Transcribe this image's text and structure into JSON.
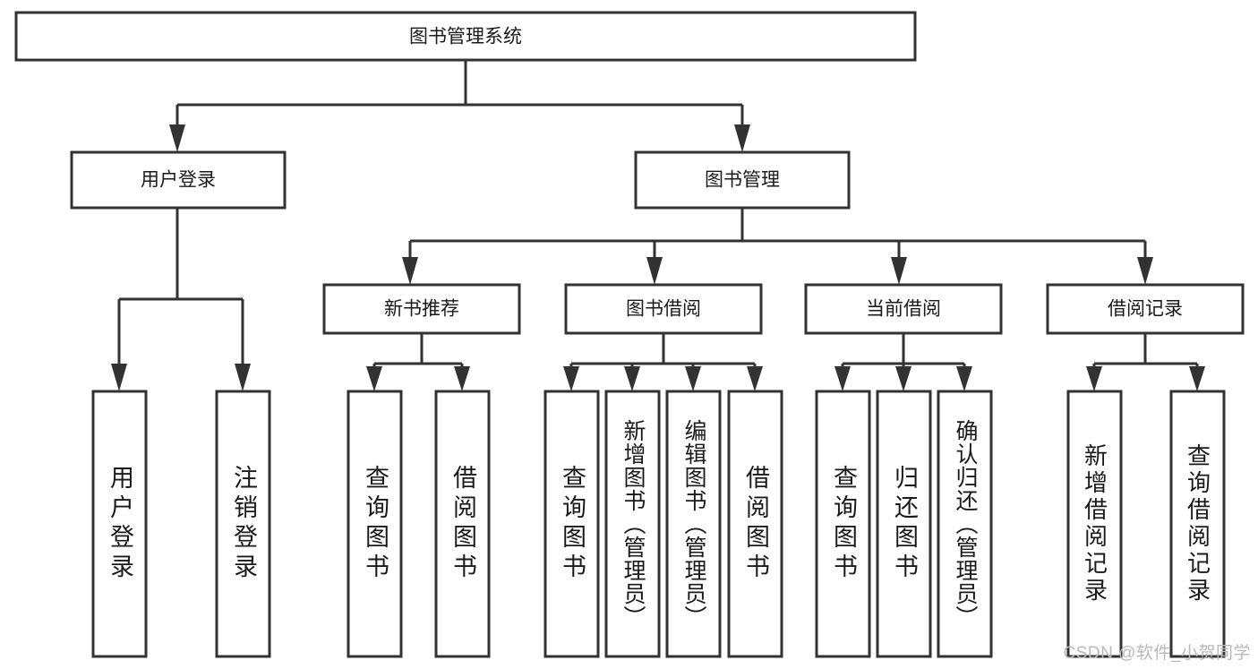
{
  "diagram": {
    "type": "tree",
    "title": "图书管理系统",
    "root": {
      "id": "root",
      "label": "图书管理系统",
      "orientation": "horizontal"
    },
    "level2": [
      {
        "id": "user-login",
        "label": "用户登录",
        "orientation": "horizontal"
      },
      {
        "id": "book-manage",
        "label": "图书管理",
        "orientation": "horizontal"
      }
    ],
    "level3": [
      {
        "id": "new-book-rec",
        "label": "新书推荐",
        "orientation": "horizontal"
      },
      {
        "id": "book-borrow",
        "label": "图书借阅",
        "orientation": "horizontal"
      },
      {
        "id": "current-borrow",
        "label": "当前借阅",
        "orientation": "horizontal"
      },
      {
        "id": "borrow-record",
        "label": "借阅记录",
        "orientation": "horizontal"
      }
    ],
    "leaves": [
      {
        "id": "leaf-user-login",
        "parent": "user-login",
        "label": "用户登录",
        "orientation": "vertical"
      },
      {
        "id": "leaf-user-logout",
        "parent": "user-login",
        "label": "注销登录",
        "orientation": "vertical"
      },
      {
        "id": "leaf-rec-query",
        "parent": "new-book-rec",
        "label": "查询图书",
        "orientation": "vertical"
      },
      {
        "id": "leaf-rec-borrow",
        "parent": "new-book-rec",
        "label": "借阅图书",
        "orientation": "vertical"
      },
      {
        "id": "leaf-borrow-query",
        "parent": "book-borrow",
        "label": "查询图书",
        "orientation": "vertical"
      },
      {
        "id": "leaf-borrow-add",
        "parent": "book-borrow",
        "label": "新增图书（管理员）",
        "orientation": "vertical"
      },
      {
        "id": "leaf-borrow-edit",
        "parent": "book-borrow",
        "label": "编辑图书（管理员）",
        "orientation": "vertical"
      },
      {
        "id": "leaf-borrow-take",
        "parent": "book-borrow",
        "label": "借阅图书",
        "orientation": "vertical"
      },
      {
        "id": "leaf-cur-query",
        "parent": "current-borrow",
        "label": "查询图书",
        "orientation": "vertical"
      },
      {
        "id": "leaf-cur-return",
        "parent": "current-borrow",
        "label": "归还图书",
        "orientation": "vertical"
      },
      {
        "id": "leaf-cur-confirm",
        "parent": "current-borrow",
        "label": "确认归还（管理员）",
        "orientation": "vertical"
      },
      {
        "id": "leaf-rec-add",
        "parent": "borrow-record",
        "label": "新增借阅记录",
        "orientation": "vertical"
      },
      {
        "id": "leaf-rec-query2",
        "parent": "borrow-record",
        "label": "查询借阅记录",
        "orientation": "vertical"
      }
    ],
    "colors": {
      "stroke": "#323232",
      "fill": "#ffffff",
      "text": "#1a1a1a",
      "watermark": "#b9b9b9"
    }
  },
  "watermark": {
    "text": "CSDN @软件_小贺同学"
  }
}
